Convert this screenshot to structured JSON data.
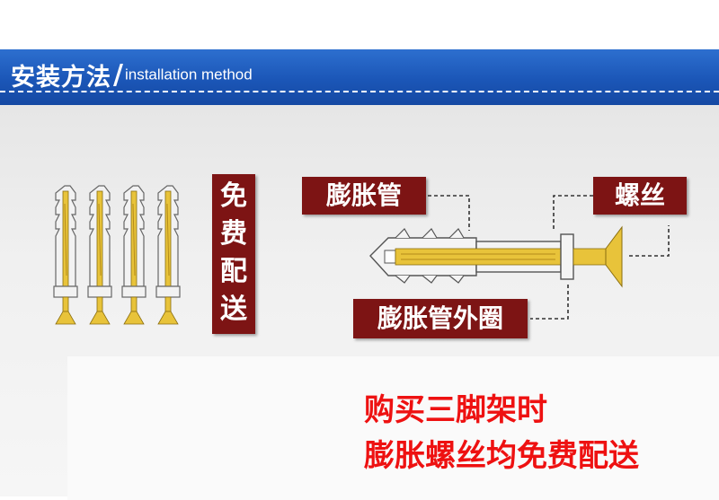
{
  "header": {
    "title_zh": "安装方法",
    "separator": "/",
    "title_en": "installation method"
  },
  "labels": {
    "free_delivery": [
      "免",
      "费",
      "配",
      "送"
    ],
    "anchor": "膨胀管",
    "screw": "螺丝",
    "anchor_outer": "膨胀管外圈"
  },
  "promo": {
    "line1": "购买三脚架时",
    "line2": "膨胀螺丝均免费配送"
  },
  "colors": {
    "header_blue": "#1b56b7",
    "label_red": "#7d1414",
    "promo_red": "#ee1111",
    "screw_gold": "#e8c33a"
  }
}
